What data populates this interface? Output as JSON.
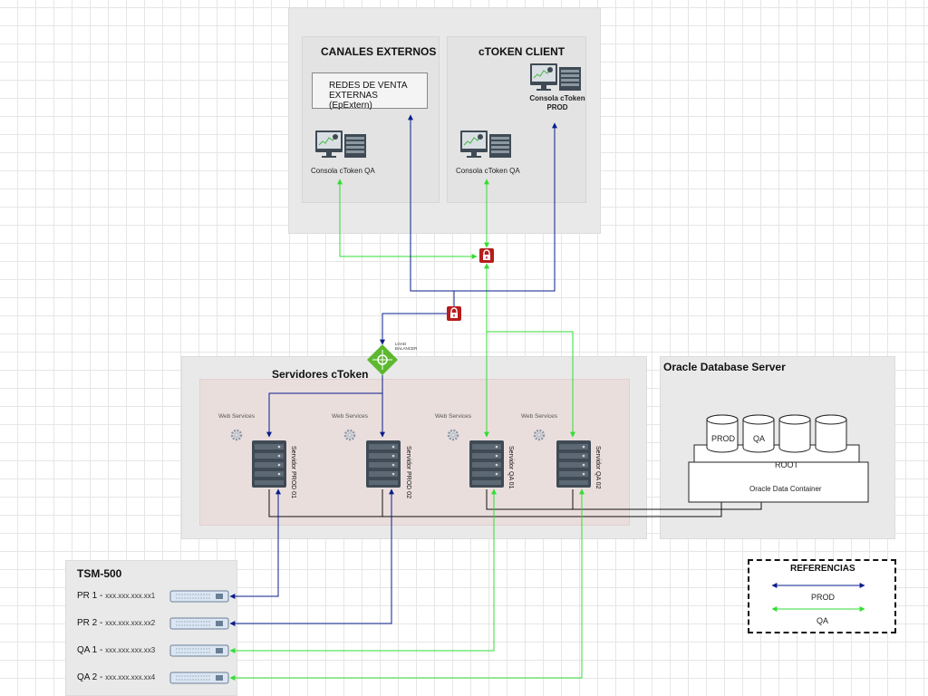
{
  "groups": {
    "canales": {
      "title": "CANALES EXTERNOS",
      "box_label": "REDES DE VENTA EXTERNAS (EpExtern)",
      "console_label": "Consola cToken QA"
    },
    "ctoken_client": {
      "title": "cTOKEN CLIENT",
      "console_qa_label": "Consola cToken QA",
      "console_prod_label": "Consola cToken PROD"
    },
    "servidores": {
      "title": "Servidores cToken",
      "web_services_label": "Web Services"
    },
    "oracle": {
      "title": "Oracle Database Server",
      "prod": "PROD",
      "qa": "QA",
      "root": "ROOT",
      "container": "Oracle Data Container"
    },
    "tsm": {
      "title": "TSM-500"
    }
  },
  "load_balancer_label": "LOAD BALANCER",
  "servers": [
    {
      "label": "Servidor PROD 01"
    },
    {
      "label": "Servidor PROD 02"
    },
    {
      "label": "Servidor QA 01"
    },
    {
      "label": "Servidor QA 02"
    }
  ],
  "tsm_devices": [
    {
      "name": "PR 1 - ",
      "ip": "xxx.xxx.xxx.xx1"
    },
    {
      "name": "PR 2 - ",
      "ip": "xxx.xxx.xxx.xx2"
    },
    {
      "name": "QA 1 - ",
      "ip": "xxx.xxx.xxx.xx3"
    },
    {
      "name": "QA 2 - ",
      "ip": "xxx.xxx.xxx.xx4"
    }
  ],
  "legend": {
    "title": "REFERENCIAS",
    "prod": "PROD",
    "qa": "QA"
  },
  "colors": {
    "prod": "#0a1e8c",
    "qa": "#33dd33",
    "lock": "#b71c1c",
    "lb": "#5cb82f",
    "server": "#3f4a55"
  }
}
